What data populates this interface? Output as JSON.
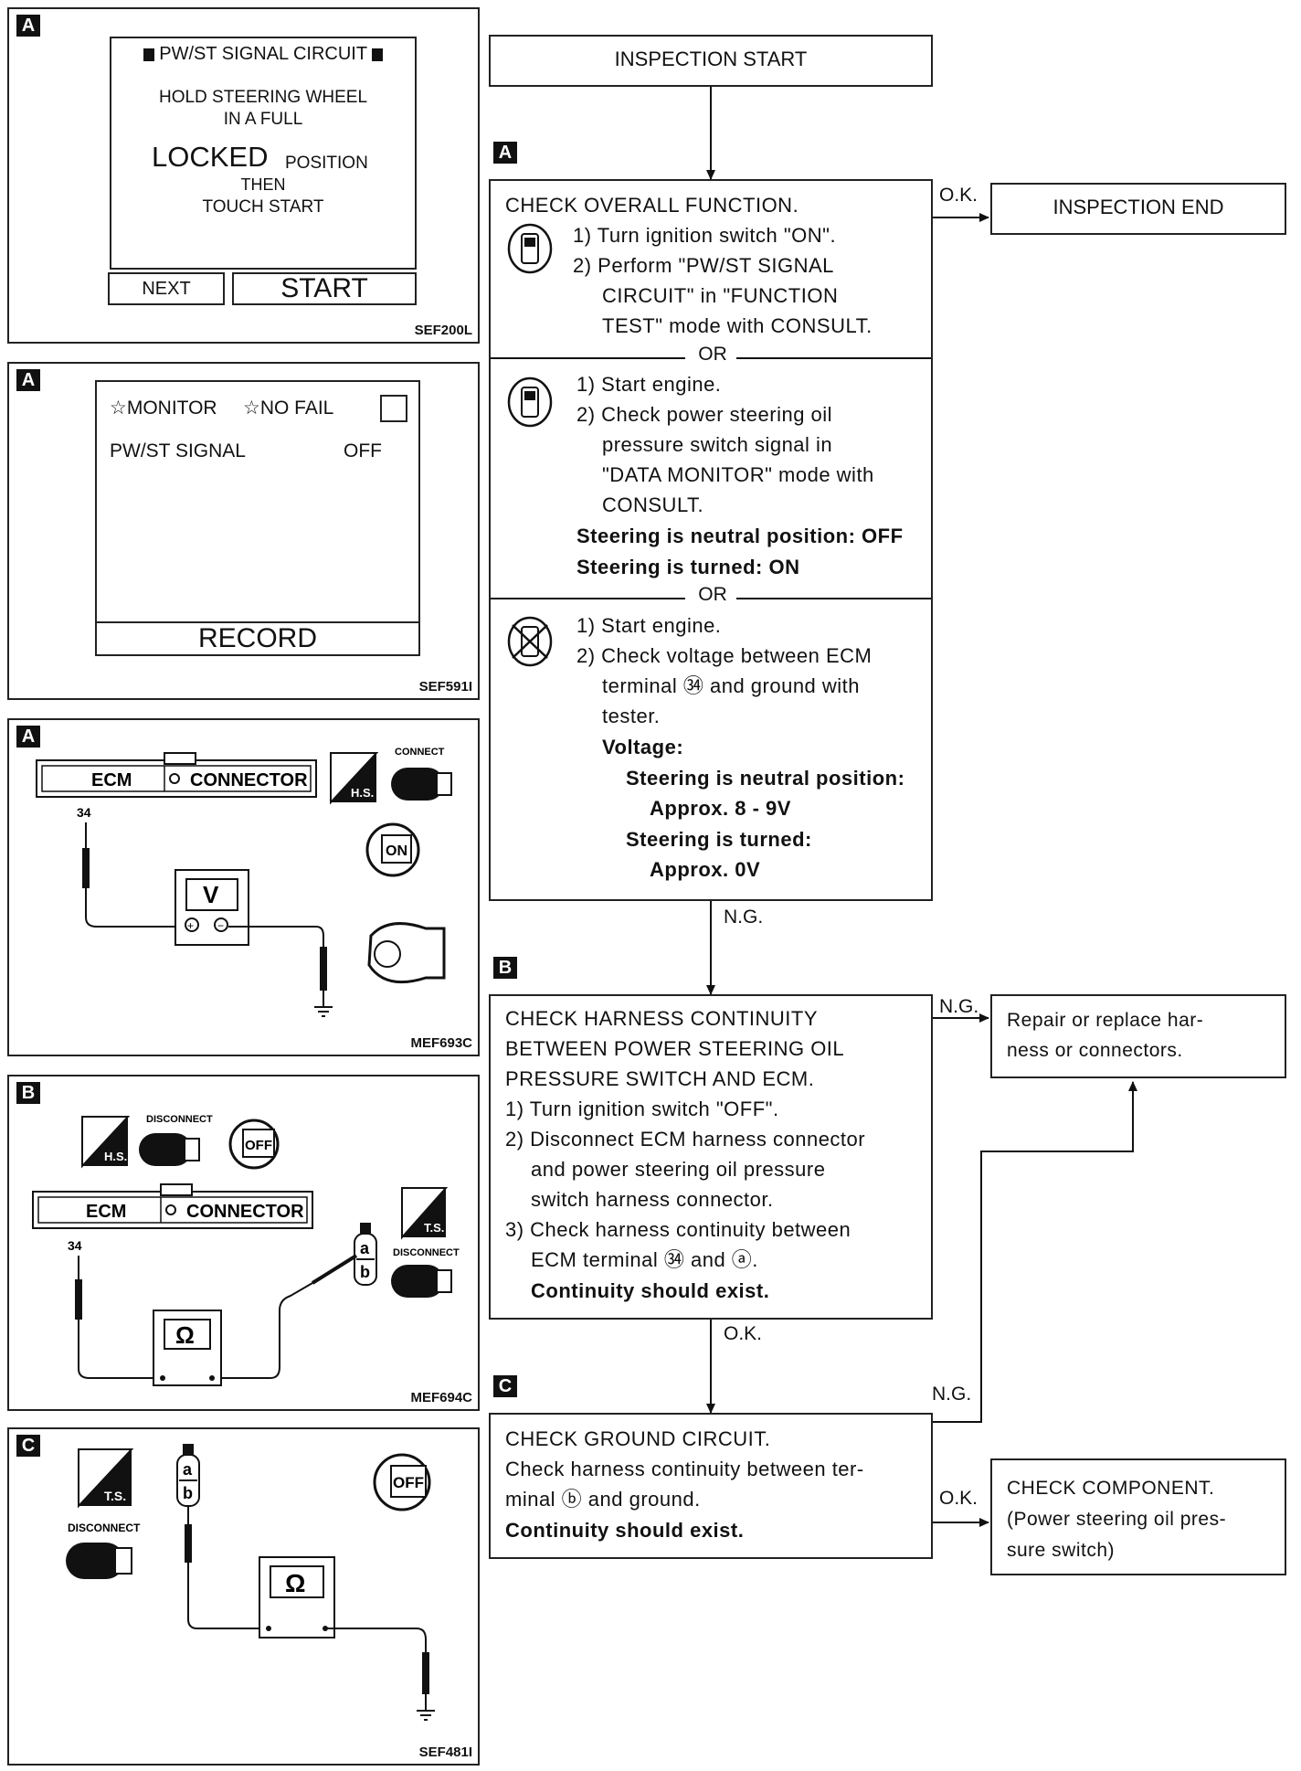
{
  "left_panels": [
    {
      "tag": "A",
      "code": "SEF200L",
      "screen_title": "PW/ST SIGNAL CIRCUIT",
      "screen_lines": [
        "HOLD STEERING WHEEL",
        "IN A FULL",
        "LOCKED",
        "POSITION",
        "THEN",
        "TOUCH START"
      ],
      "buttons": [
        "NEXT",
        "START"
      ]
    },
    {
      "tag": "A",
      "code": "SEF591I",
      "monitor": "☆MONITOR",
      "no_fail": "☆NO FAIL",
      "item": "PW/ST SIGNAL",
      "value": "OFF",
      "record": "RECORD"
    },
    {
      "tag": "A",
      "code": "MEF693C",
      "ecm": "ECM",
      "connector": "CONNECTOR",
      "terminal": "34",
      "meter": "V",
      "hs": "H.S.",
      "connect": "CONNECT",
      "key": "ON"
    },
    {
      "tag": "B",
      "code": "MEF694C",
      "ecm": "ECM",
      "connector": "CONNECTOR",
      "terminal": "34",
      "meter": "Ω",
      "hs": "H.S.",
      "ts": "T.S.",
      "disconnect1": "DISCONNECT",
      "disconnect2": "DISCONNECT",
      "key": "OFF",
      "pin_a": "a",
      "pin_b": "b"
    },
    {
      "tag": "C",
      "code": "SEF481I",
      "ts": "T.S.",
      "disconnect": "DISCONNECT",
      "meter": "Ω",
      "key": "OFF",
      "pin_a": "a",
      "pin_b": "b"
    }
  ],
  "flow": {
    "start": "INSPECTION START",
    "tag_a": "A",
    "tag_b": "B",
    "tag_c": "C",
    "box_a": {
      "heading": "CHECK OVERALL FUNCTION.",
      "s1": [
        "1) Turn ignition switch \"ON\".",
        "2) Perform \"PW/ST SIGNAL",
        "CIRCUIT\" in \"FUNCTION",
        "TEST\" mode with CONSULT."
      ],
      "or1": "OR",
      "s2": [
        "1) Start engine.",
        "2) Check power steering oil",
        "pressure switch signal in",
        "\"DATA MONITOR\" mode with",
        "CONSULT."
      ],
      "s2_bold": [
        "Steering is neutral position: OFF",
        "Steering is turned: ON"
      ],
      "or2": "OR",
      "s3": [
        "1) Start engine.",
        "2) Check voltage between ECM",
        "terminal ㉞ and ground with",
        "tester."
      ],
      "s3_bold": [
        "Voltage:",
        "Steering is neutral position:",
        "Approx. 8 - 9V",
        "Steering is turned:",
        "Approx. 0V"
      ]
    },
    "ok_a": "O.K.",
    "end": "INSPECTION END",
    "ng_a": "N.G.",
    "box_b": {
      "lines": [
        "CHECK HARNESS CONTINUITY",
        "BETWEEN POWER STEERING OIL",
        "PRESSURE SWITCH AND ECM.",
        "1) Turn ignition switch \"OFF\".",
        "2) Disconnect ECM harness connector",
        "and power steering oil pressure",
        "switch harness connector.",
        "3) Check harness continuity between",
        "ECM terminal ㉞ and ⓐ."
      ],
      "bold": "Continuity should exist."
    },
    "ng_b": "N.G.",
    "repair": [
      "Repair or replace har-",
      "ness or connectors."
    ],
    "ok_b": "O.K.",
    "ng_c": "N.G.",
    "box_c": {
      "lines": [
        "CHECK GROUND CIRCUIT.",
        "Check harness continuity between ter-",
        "minal ⓑ and ground."
      ],
      "bold": "Continuity should exist."
    },
    "ok_c": "O.K.",
    "component": [
      "CHECK COMPONENT.",
      "(Power steering oil pres-",
      "sure switch)"
    ]
  }
}
